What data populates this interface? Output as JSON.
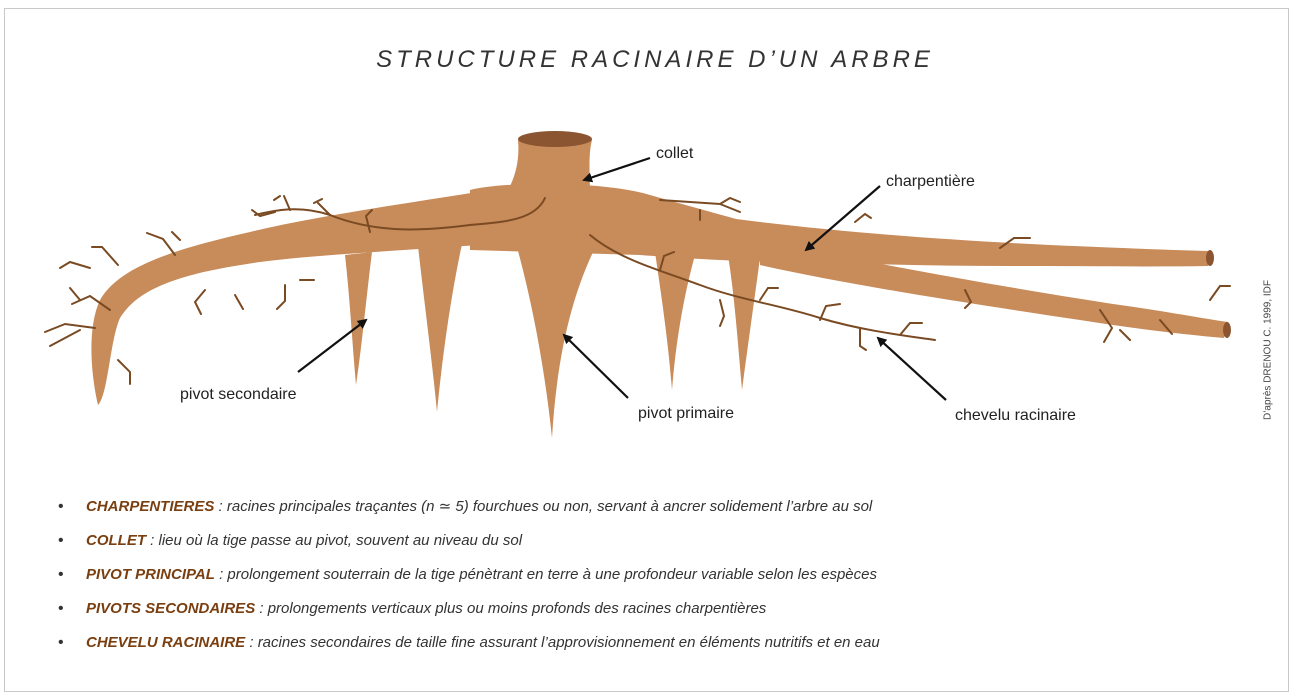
{
  "title": "STRUCTURE RACINAIRE D’UN ARBRE",
  "credit": "D’après DRENOU C. 1999, IDF",
  "colors": {
    "root": "#c88b5a",
    "root_dark": "#8a5530",
    "rootlet": "#7a4a22",
    "term": "#7a3f10"
  },
  "labels": {
    "collet": "collet",
    "charpentiere": "charpentière",
    "pivot_secondaire": "pivot secondaire",
    "pivot_primaire": "pivot primaire",
    "chevelu": "chevelu racinaire"
  },
  "definitions": [
    {
      "term": "CHARPENTIERES",
      "text": " : racines principales traçantes (n ≃ 5) fourchues ou non, servant à ancrer solidement l’arbre au sol"
    },
    {
      "term": "COLLET",
      "text": " :  lieu où la tige passe au pivot, souvent au niveau du sol"
    },
    {
      "term": "PIVOT PRINCIPAL",
      "text": " : prolongement souterrain de la tige pénètrant en terre à une profondeur variable selon les espèces"
    },
    {
      "term": "PIVOTS SECONDAIRES",
      "text": " : prolongements verticaux plus ou moins profonds des racines charpentières"
    },
    {
      "term": "CHEVELU RACINAIRE",
      "text": " : racines secondaires de taille fine assurant l’approvisionnement en éléments nutritifs et en eau"
    }
  ],
  "bullet": "•"
}
